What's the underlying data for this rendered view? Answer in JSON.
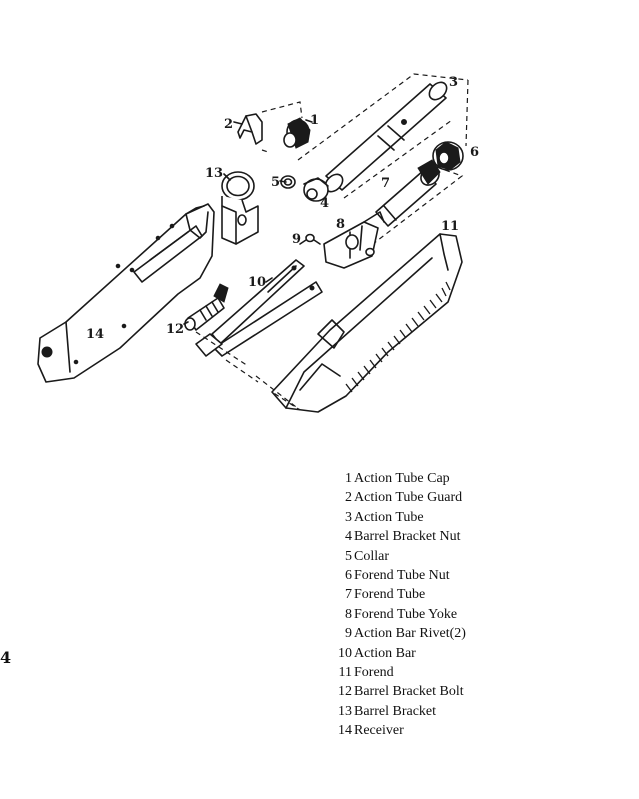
{
  "diagram": {
    "callouts": [
      "1",
      "2",
      "3",
      "4",
      "5",
      "6",
      "7",
      "8",
      "9",
      "10",
      "11",
      "12",
      "13",
      "14"
    ]
  },
  "legend": [
    {
      "number": "1",
      "name": "Action Tube Cap"
    },
    {
      "number": "2",
      "name": "Action Tube Guard"
    },
    {
      "number": "3",
      "name": "Action Tube"
    },
    {
      "number": "4",
      "name": "Barrel Bracket Nut"
    },
    {
      "number": "5",
      "name": "Collar"
    },
    {
      "number": "6",
      "name": "Forend Tube Nut"
    },
    {
      "number": "7",
      "name": "Forend Tube"
    },
    {
      "number": "8",
      "name": "Forend Tube Yoke"
    },
    {
      "number": "9",
      "name": "Action Bar Rivet(2)"
    },
    {
      "number": "10",
      "name": "Action Bar"
    },
    {
      "number": "11",
      "name": "Forend"
    },
    {
      "number": "12",
      "name": "Barrel Bracket Bolt"
    },
    {
      "number": "13",
      "name": "Barrel Bracket"
    },
    {
      "number": "14",
      "name": "Receiver"
    }
  ],
  "margin_mark": "4",
  "colors": {
    "ink": "#1a1a1a",
    "paper": "#ffffff"
  }
}
